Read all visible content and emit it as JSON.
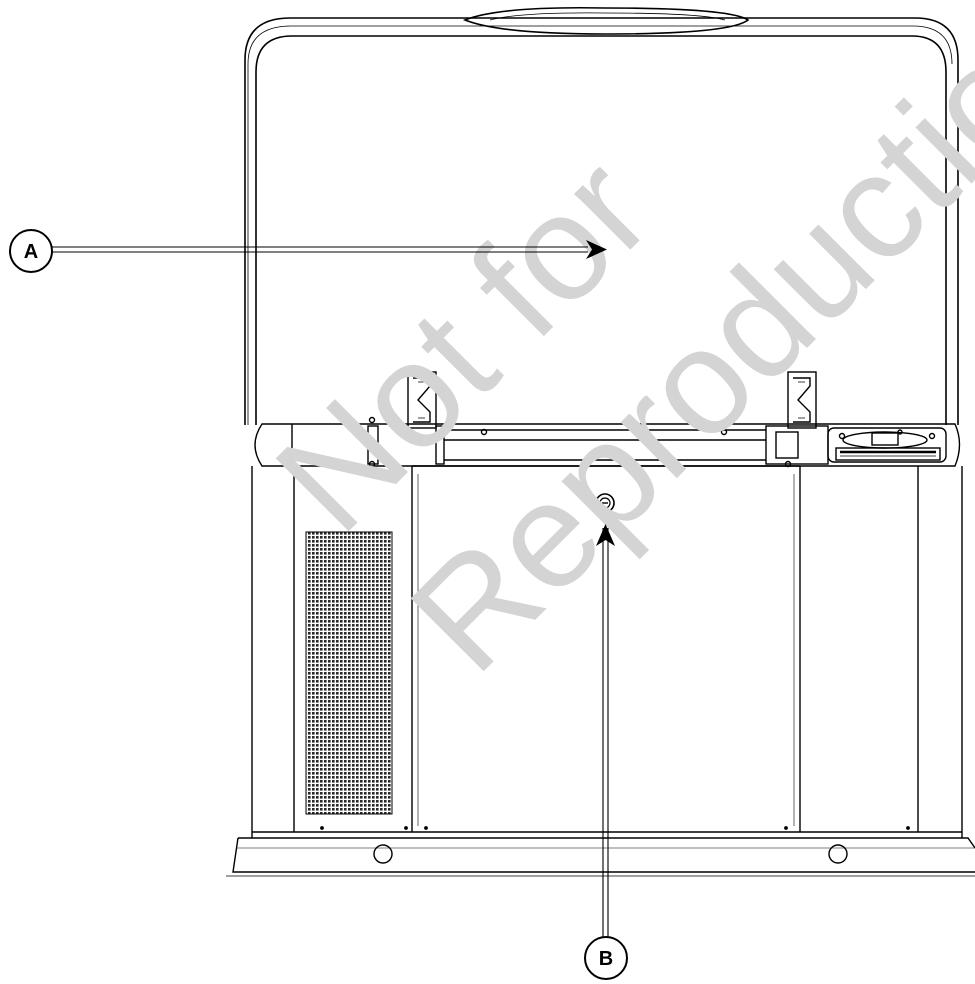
{
  "callouts": [
    {
      "id": "A",
      "label": "A"
    },
    {
      "id": "B",
      "label": "B"
    }
  ],
  "watermark": {
    "line1": "Not for",
    "line2": "Reproduction"
  },
  "colors": {
    "line": "#000000",
    "watermark": "#d4d4d4",
    "background": "#ffffff"
  }
}
